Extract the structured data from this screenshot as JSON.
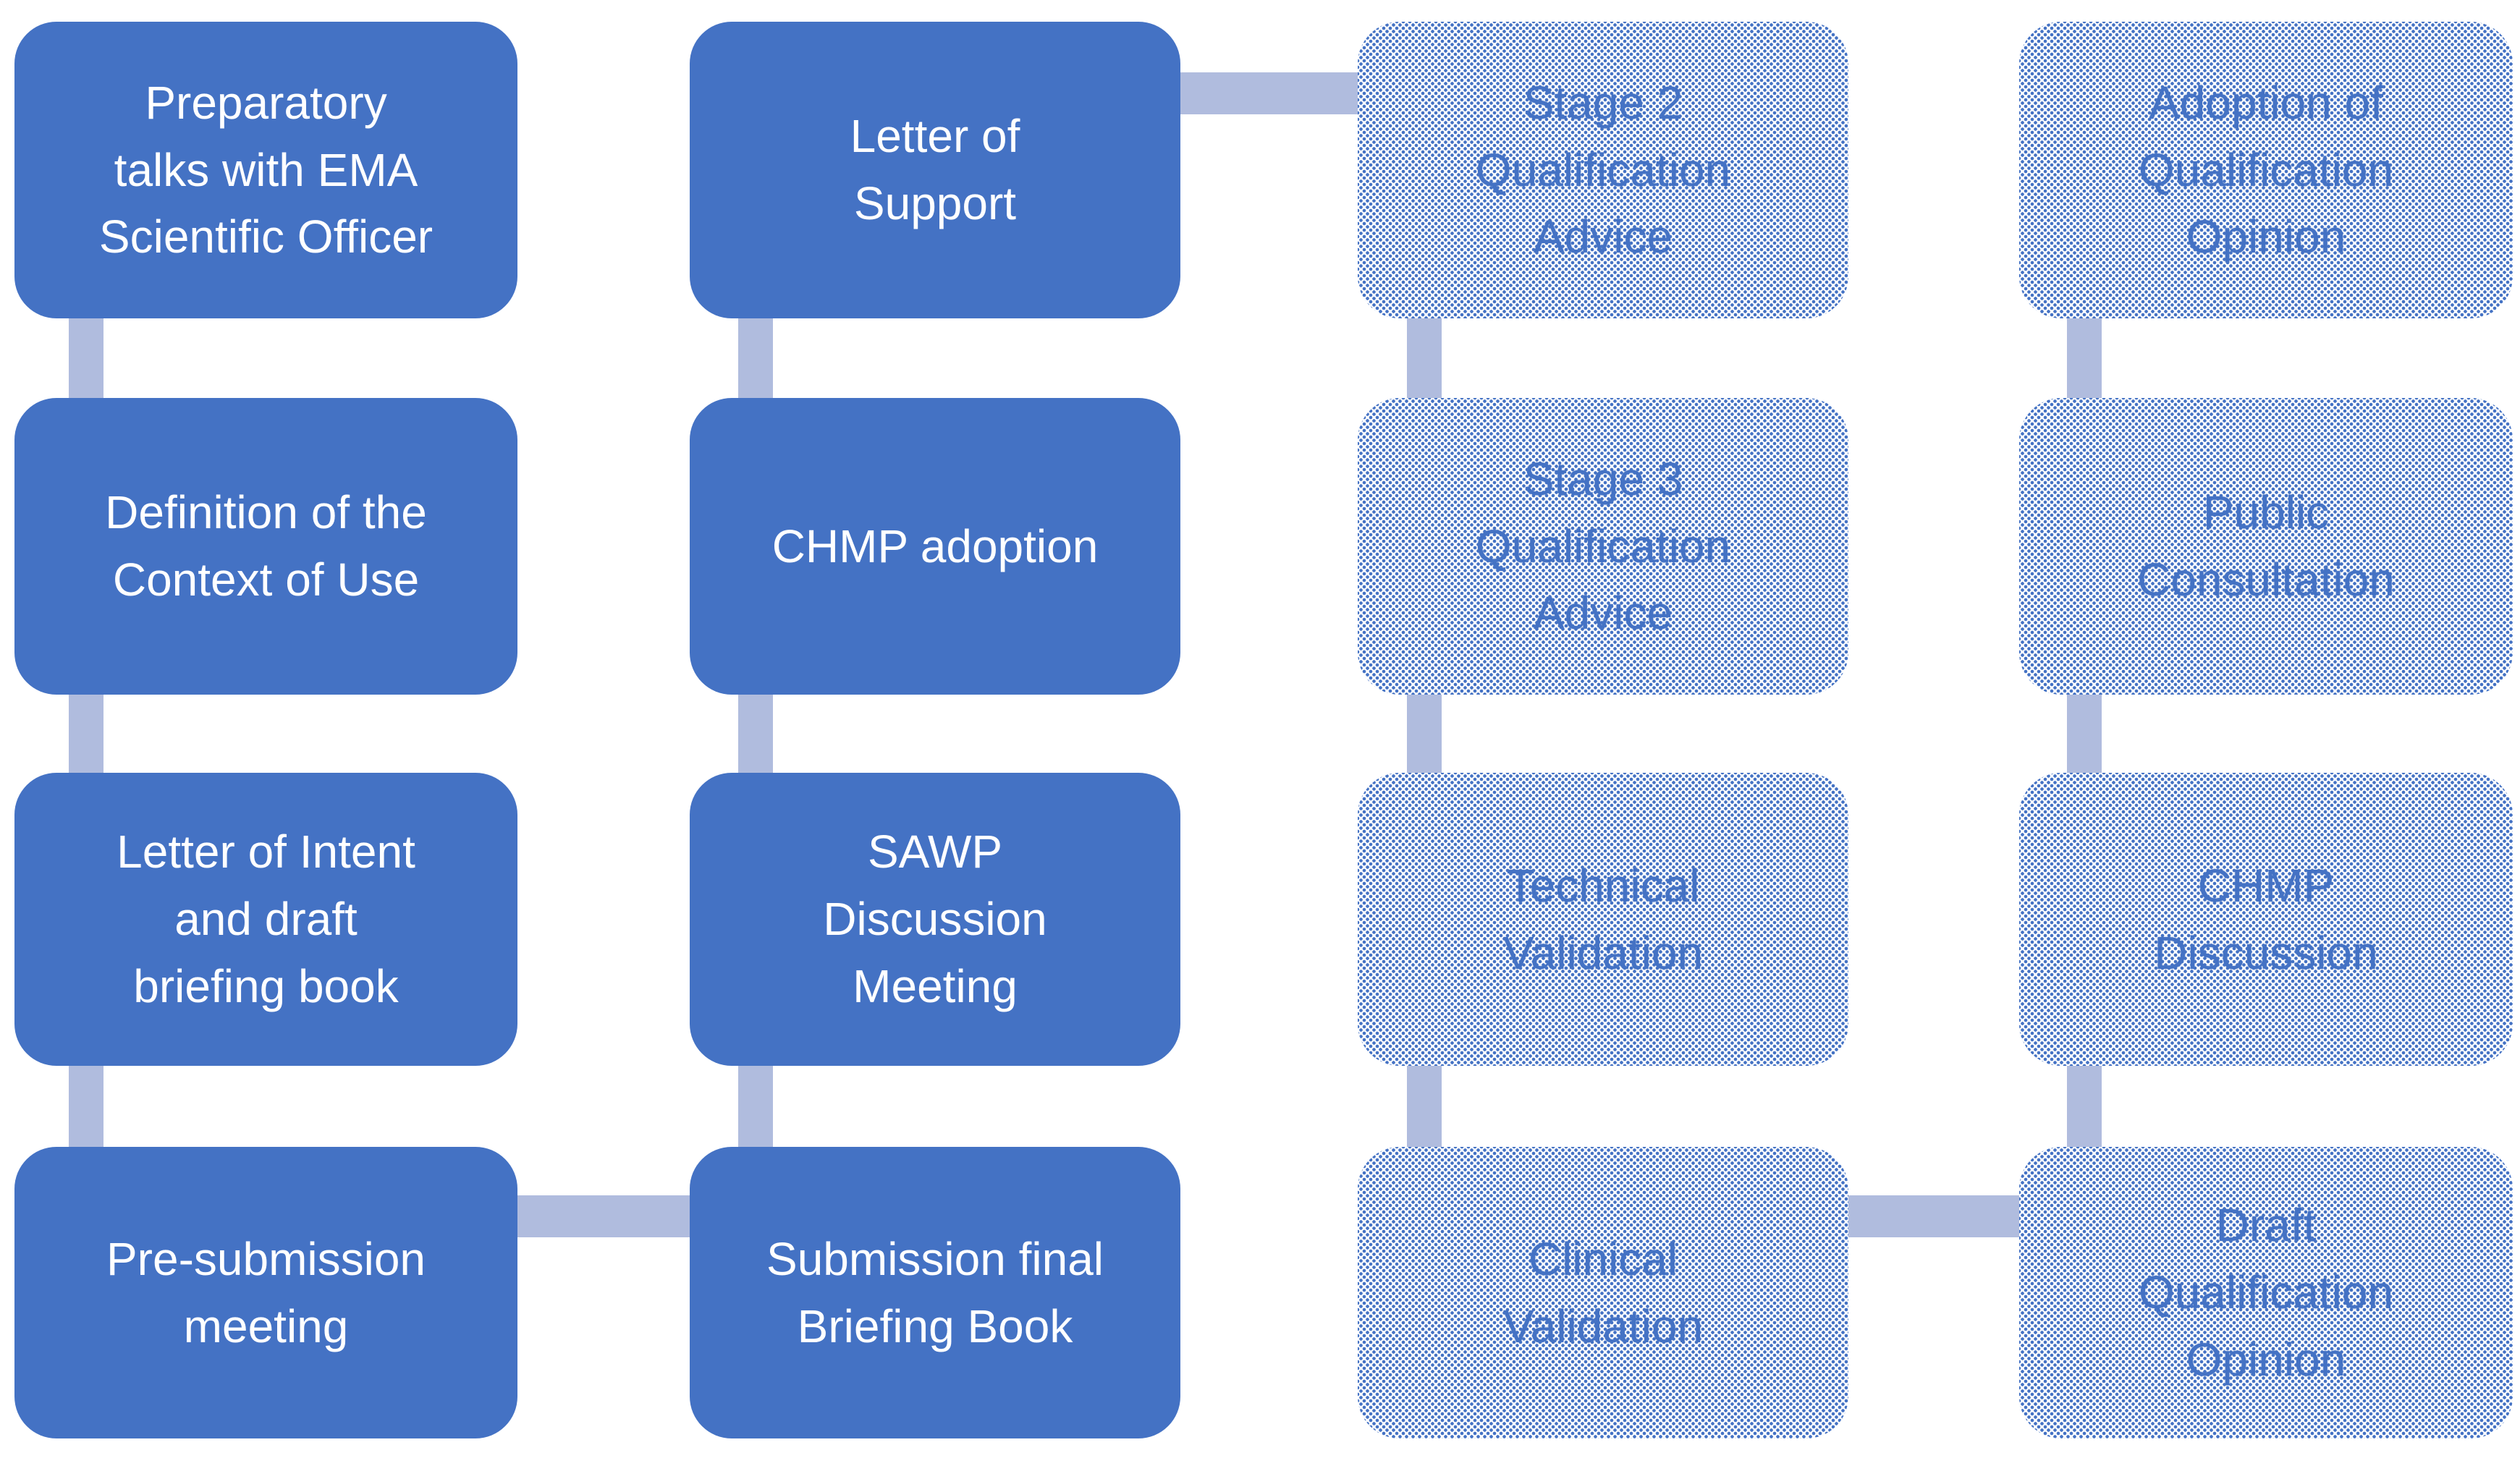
{
  "palette": {
    "solid_box_fill": "#4472C4",
    "solid_box_text": "#FFFFFF",
    "textured_box_dot_color": "#4472C4",
    "textured_box_text": "#4472C4",
    "textured_box_background": "#FFFFFF",
    "connector_fill": "#B0BCDE",
    "page_background": "#FFFFFF"
  },
  "columns": [
    {
      "style": "solid",
      "boxes": [
        {
          "label": "Preparatory talks with EMA Scientific Officer",
          "lines": [
            "Preparatory",
            "talks with EMA",
            "Scientific Officer"
          ]
        },
        {
          "label": "Definition of the Context of Use",
          "lines": [
            "Definition of the",
            "Context of Use"
          ]
        },
        {
          "label": "Letter of Intent and draft briefing book",
          "lines": [
            "Letter of Intent",
            "and draft",
            "briefing book"
          ]
        },
        {
          "label": "Pre-submission meeting",
          "lines": [
            "Pre-submission",
            "meeting"
          ]
        }
      ]
    },
    {
      "style": "solid",
      "boxes": [
        {
          "label": "Letter of Support",
          "lines": [
            "Letter of",
            "Support"
          ]
        },
        {
          "label": "CHMP adoption",
          "lines": [
            "CHMP adoption"
          ]
        },
        {
          "label": "SAWP Discussion Meeting",
          "lines": [
            "SAWP",
            "Discussion",
            "Meeting"
          ]
        },
        {
          "label": "Submission final Briefing Book",
          "lines": [
            "Submission final",
            "Briefing Book"
          ]
        }
      ]
    },
    {
      "style": "textured",
      "boxes": [
        {
          "label": "Stage 2 Qualification Advice",
          "lines": [
            "Stage 2",
            "Qualification",
            "Advice"
          ]
        },
        {
          "label": "Stage 3 Qualification Advice",
          "lines": [
            "Stage 3",
            "Qualification",
            "Advice"
          ]
        },
        {
          "label": "Technical Validation",
          "lines": [
            "Technical",
            "Validation"
          ]
        },
        {
          "label": "Clinical Validation",
          "lines": [
            "Clinical",
            "Validation"
          ]
        }
      ]
    },
    {
      "style": "textured",
      "boxes": [
        {
          "label": "Adoption of Qualification Opinion",
          "lines": [
            "Adoption of",
            "Qualification",
            "Opinion"
          ]
        },
        {
          "label": "Public Consultation",
          "lines": [
            "Public",
            "Consultation"
          ]
        },
        {
          "label": "CHMP Discussion",
          "lines": [
            "CHMP",
            "Discussion"
          ]
        },
        {
          "label": "Draft Qualification Opinion",
          "lines": [
            "Draft",
            "Qualification",
            "Opinion"
          ]
        }
      ]
    }
  ],
  "horizontal_links": [
    {
      "from": "Pre-submission meeting",
      "to": "Submission final Briefing Book"
    },
    {
      "from": "Letter of Support",
      "to": "Stage 2 Qualification Advice"
    },
    {
      "from": "Clinical Validation",
      "to": "Draft Qualification Opinion"
    }
  ]
}
